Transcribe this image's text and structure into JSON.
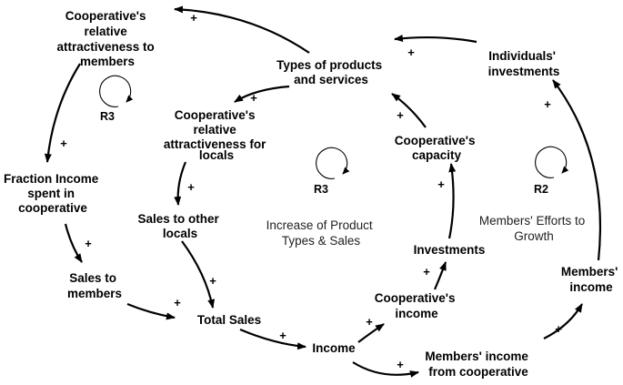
{
  "nodes": {
    "attr_members": "Cooperative's relative attractiveness to members",
    "types": "Types of products and services",
    "individuals": "Individuals' investments",
    "attr_locals": "Cooperative's relative attractiveness for locals",
    "fraction": "Fraction Income spent in cooperative",
    "capacity": "Cooperative's capacity",
    "sales_locals": "Sales to other locals",
    "investments": "Investments",
    "members_income": "Members' income",
    "sales_members": "Sales to members",
    "coop_income": "Cooperative's income",
    "total_sales": "Total Sales",
    "income": "Income",
    "members_income_coop": "Members' income from cooperative"
  },
  "polarity": "+",
  "loops": [
    {
      "id": "R3",
      "description": ""
    },
    {
      "id": "R3",
      "description": "Increase of Product Types & Sales"
    },
    {
      "id": "R2",
      "description": "Members' Efforts to Growth"
    }
  ]
}
